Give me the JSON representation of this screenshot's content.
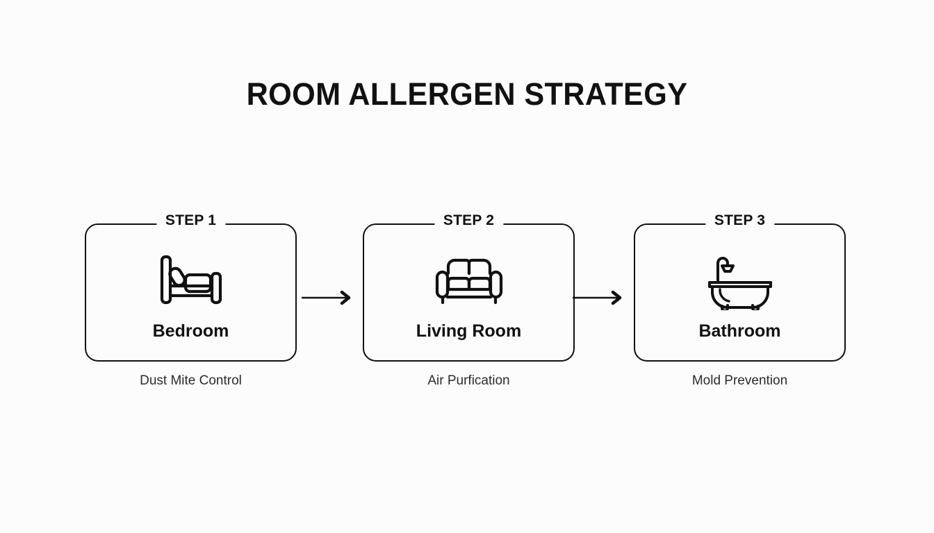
{
  "title": "ROOM ALLERGEN STRATEGY",
  "theme": {
    "background": "#fcfcfc",
    "ink": "#111111",
    "caption_ink": "#2b2b2b"
  },
  "flow": {
    "steps": [
      {
        "step_label": "STEP 1",
        "room": "Bedroom",
        "caption": "Dust Mite Control",
        "icon": "bed-icon"
      },
      {
        "step_label": "STEP 2",
        "room": "Living Room",
        "caption": "Air Purfication",
        "icon": "sofa-icon"
      },
      {
        "step_label": "STEP 3",
        "room": "Bathroom",
        "caption": "Mold Prevention",
        "icon": "bathtub-icon"
      }
    ],
    "connectors": [
      {
        "name": "arrow-right-icon",
        "from": "STEP 1",
        "to": "STEP 2"
      },
      {
        "name": "arrow-right-icon",
        "from": "STEP 2",
        "to": "STEP 3"
      }
    ]
  }
}
